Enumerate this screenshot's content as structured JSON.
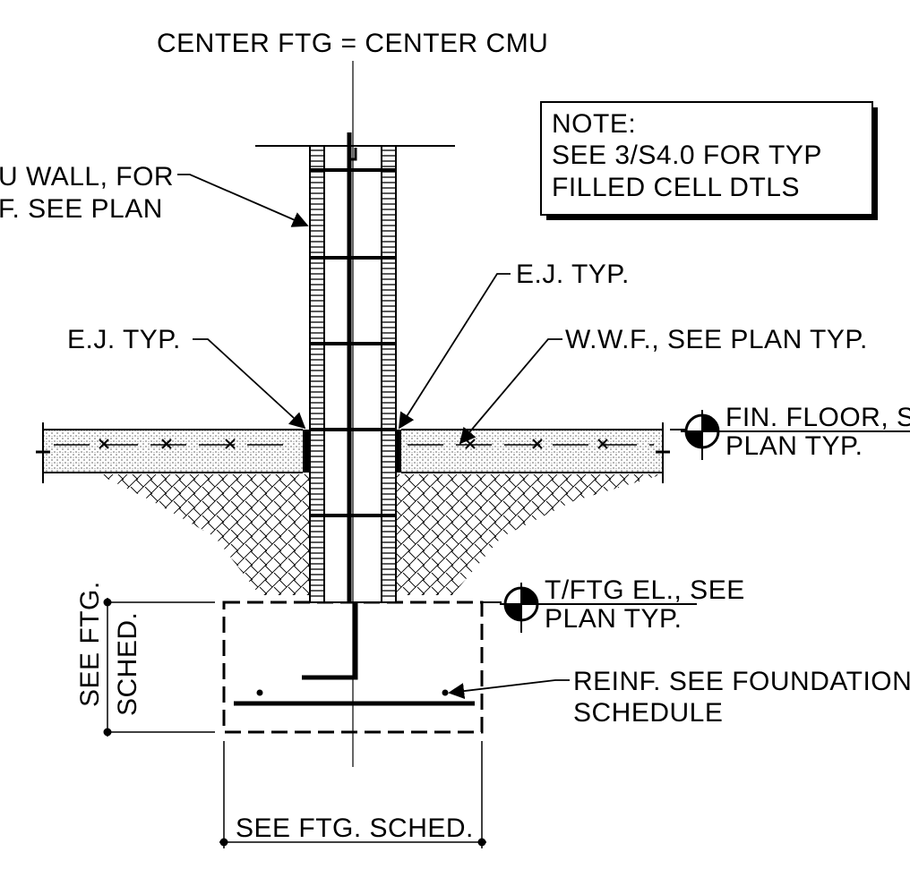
{
  "labels": {
    "center_note": "CENTER FTG = CENTER CMU",
    "cmu_wall_line1": "U WALL, FOR",
    "cmu_wall_line2": "F. SEE PLAN",
    "note_title": "NOTE:",
    "note_line1": "SEE 3/S4.0 FOR TYP",
    "note_line2": "FILLED CELL DTLS",
    "ej_right": "E.J. TYP.",
    "ej_left": "E.J. TYP.",
    "wwf": "W.W.F., SEE PLAN TYP.",
    "fin_floor_line1": "FIN. FLOOR, SE",
    "fin_floor_line2": "PLAN TYP.",
    "tftg_line1": "T/FTG EL., SEE",
    "tftg_line2": "PLAN TYP.",
    "reinf_line1": "REINF. SEE FOUNDATION",
    "reinf_line2": "SCHEDULE",
    "depth_line1": "SEE FTG.",
    "depth_line2": "SCHED.",
    "width_label": "SEE FTG. SCHED."
  },
  "colors": {
    "ink": "#000000",
    "background": "#ffffff"
  },
  "icons": [
    "elevation-marker-icon",
    "arrowhead-icon",
    "wire-mesh-x-icon"
  ]
}
